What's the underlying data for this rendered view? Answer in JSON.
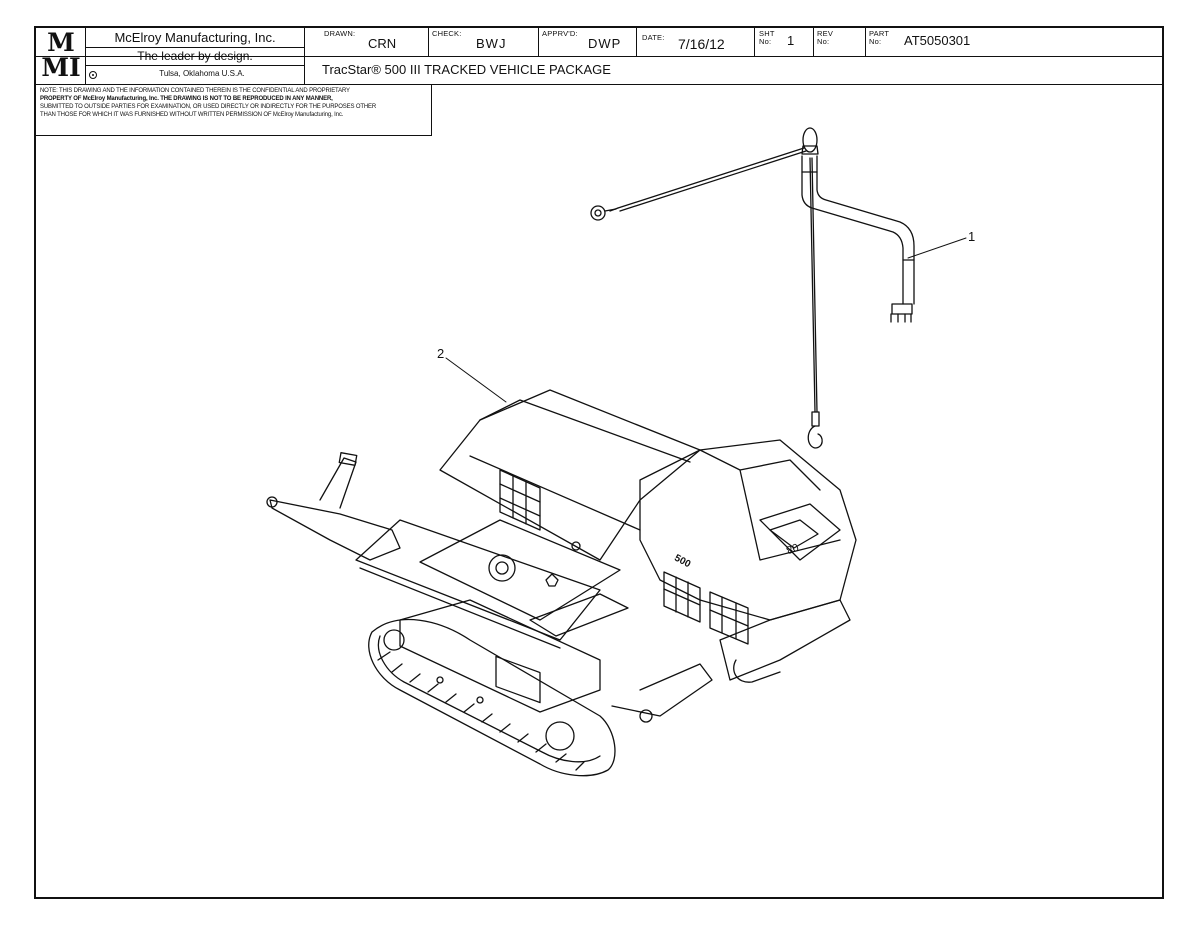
{
  "title_block": {
    "logo_line1": "M",
    "logo_line2": "MI",
    "company": "McElroy Manufacturing, Inc.",
    "tagline": "The leader by design.",
    "location": "Tulsa, Oklahoma U.S.A.",
    "drawn_label": "DRAWN:",
    "drawn_value": "CRN",
    "check_label": "CHECK:",
    "check_value": "BWJ",
    "apprvd_label": "APPRV'D:",
    "apprvd_value": "DWP",
    "date_label": "DATE:",
    "date_value": "7/16/12",
    "sht_label": "SHT",
    "sht_label2": "No:",
    "sht_value": "1",
    "rev_label": "REV",
    "rev_label2": "No:",
    "rev_value": "",
    "part_label": "PART",
    "part_label2": "No:",
    "part_value": "AT5050301",
    "drawing_title": "TracStar® 500 III TRACKED VEHICLE PACKAGE"
  },
  "note": {
    "line1": "NOTE: THIS DRAWING AND THE INFORMATION CONTAINED THEREIN IS THE CONFIDENTIAL AND PROPRIETARY",
    "line2": "PROPERTY OF McElroy Manufacturing, Inc. THE DRAWING IS NOT TO BE REPRODUCED IN ANY MANNER,",
    "line3": "SUBMITTED TO OUTSIDE PARTIES FOR EXAMINATION, OR USED DIRECTLY OR INDIRECTLY FOR THE PURPOSES OTHER",
    "line4": "THAN THOSE FOR WHICH IT WAS FURNISHED WITHOUT WRITTEN PERMISSION OF McElroy Manufacturing, Inc."
  },
  "callouts": {
    "item1": "1",
    "item2": "2"
  },
  "machine_labels": {
    "side_badge": "500",
    "panel_number": "08"
  }
}
